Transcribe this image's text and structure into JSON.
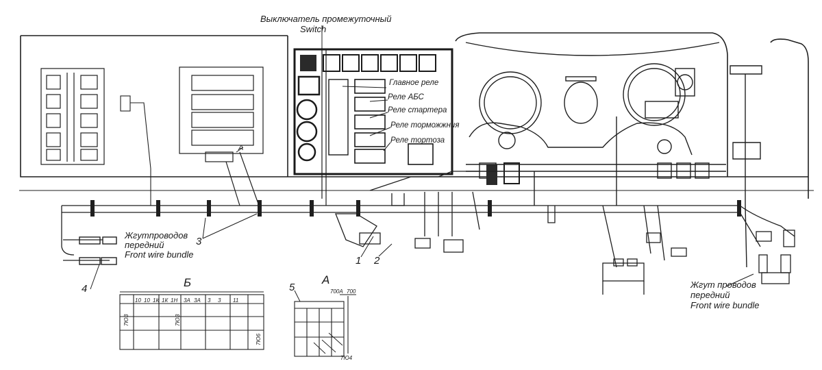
{
  "callouts": {
    "switch_ru": "Выключатель промежуточный",
    "switch_en": "Switch",
    "main_relay": "Главное реле",
    "abs_relay": "Реле АБС",
    "starter_relay": "Реле стартера",
    "brake_relay": "Реле торможжния",
    "parking_brake_relay": "Реле тортоза",
    "bundle_left_ru_1": "Жгутпроводов",
    "bundle_left_ru_2": "передний",
    "bundle_left_en": "Front wire bundle",
    "bundle_right_ru_1": "Жгут проводов",
    "bundle_right_ru_2": "передний",
    "bundle_right_en": "Front wire bundle",
    "detail_a_small": "А"
  },
  "positions": {
    "p1": "1",
    "p2": "2",
    "p3": "3",
    "p4": "4",
    "p5": "5"
  },
  "details": {
    "view_b": "Б",
    "view_a": "А",
    "b_pins": [
      "10",
      "10",
      "1К",
      "1К",
      "1Н",
      "3А",
      "3А",
      "3",
      "3",
      "11"
    ],
    "b_dim_left": "7ЮЗ",
    "b_dim_mid": "7ЮЗ",
    "b_dim_right": "7Ю6",
    "a_dims": [
      "700А",
      "700"
    ],
    "a_dim_bottom": "7Ю4"
  }
}
